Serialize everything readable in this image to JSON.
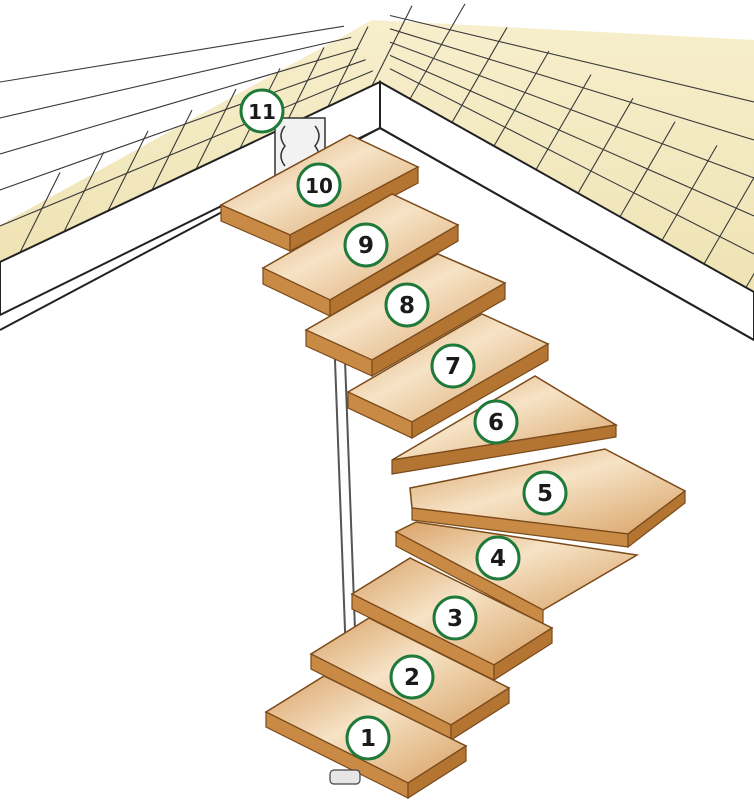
{
  "colors": {
    "floor_tile": "#f4ecc4",
    "tile_grid": "#2a2a2a",
    "wall_face": "#ffffff",
    "wood_top": "#e7b67f",
    "wood_edge": "#c0803a",
    "badge_ring": "#1f7a3a",
    "badge_fill": "#ffffff"
  },
  "steps": [
    {
      "label": "1"
    },
    {
      "label": "2"
    },
    {
      "label": "3"
    },
    {
      "label": "4"
    },
    {
      "label": "5"
    },
    {
      "label": "6"
    },
    {
      "label": "7"
    },
    {
      "label": "8"
    },
    {
      "label": "9"
    },
    {
      "label": "10"
    },
    {
      "label": "11"
    }
  ]
}
